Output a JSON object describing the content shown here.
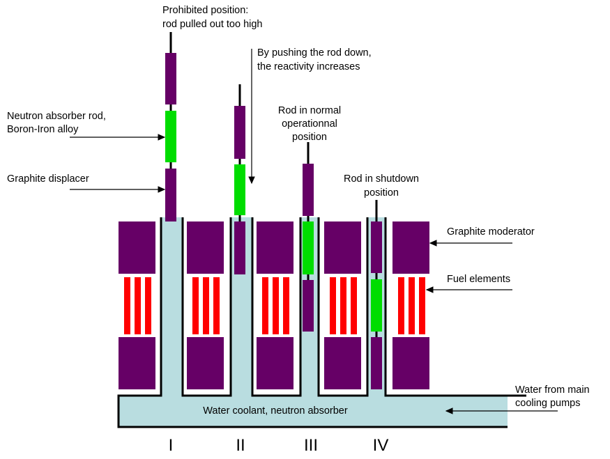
{
  "colors": {
    "purple": "#660066",
    "green": "#00dd00",
    "red": "#ff0000",
    "water": "#b9dde0",
    "line": "#000000"
  },
  "labels": {
    "prohibited": [
      "Prohibited position:",
      "rod pulled out too high"
    ],
    "pushing": [
      "By pushing the rod down,",
      "the reactivity increases"
    ],
    "absorber": [
      "Neutron absorber rod,",
      "Boron-Iron alloy"
    ],
    "displacer": "Graphite displacer",
    "normal": [
      "Rod in normal",
      "operationnal",
      "position"
    ],
    "shutdown": [
      "Rod in shutdown",
      "position"
    ],
    "moderator": "Graphite moderator",
    "fuel": "Fuel elements",
    "water_pumps": [
      "Water from main",
      "cooling pumps"
    ],
    "coolant": "Water coolant, neutron absorber"
  },
  "channels": [
    "I",
    "II",
    "III",
    "IV"
  ]
}
